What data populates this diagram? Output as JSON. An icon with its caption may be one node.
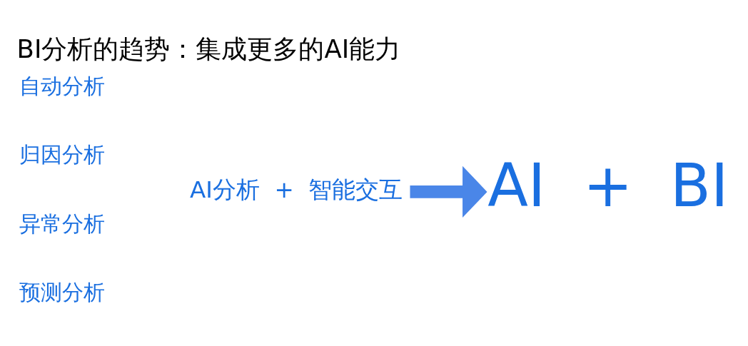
{
  "diagram": {
    "title": "BI分析的趋势：集成更多的AI能力",
    "nodes": [
      {
        "text": [
          "AI分析  +  智能交互"
        ]
      },
      {
        "text": [
          "AI  +  BI"
        ]
      }
    ],
    "edges": [
      {
        "from": 0,
        "to": 1,
        "arrow": "to"
      }
    ],
    "labels": [
      "自动分析",
      "归因分析",
      "异常分析",
      "预测分析"
    ]
  }
}
